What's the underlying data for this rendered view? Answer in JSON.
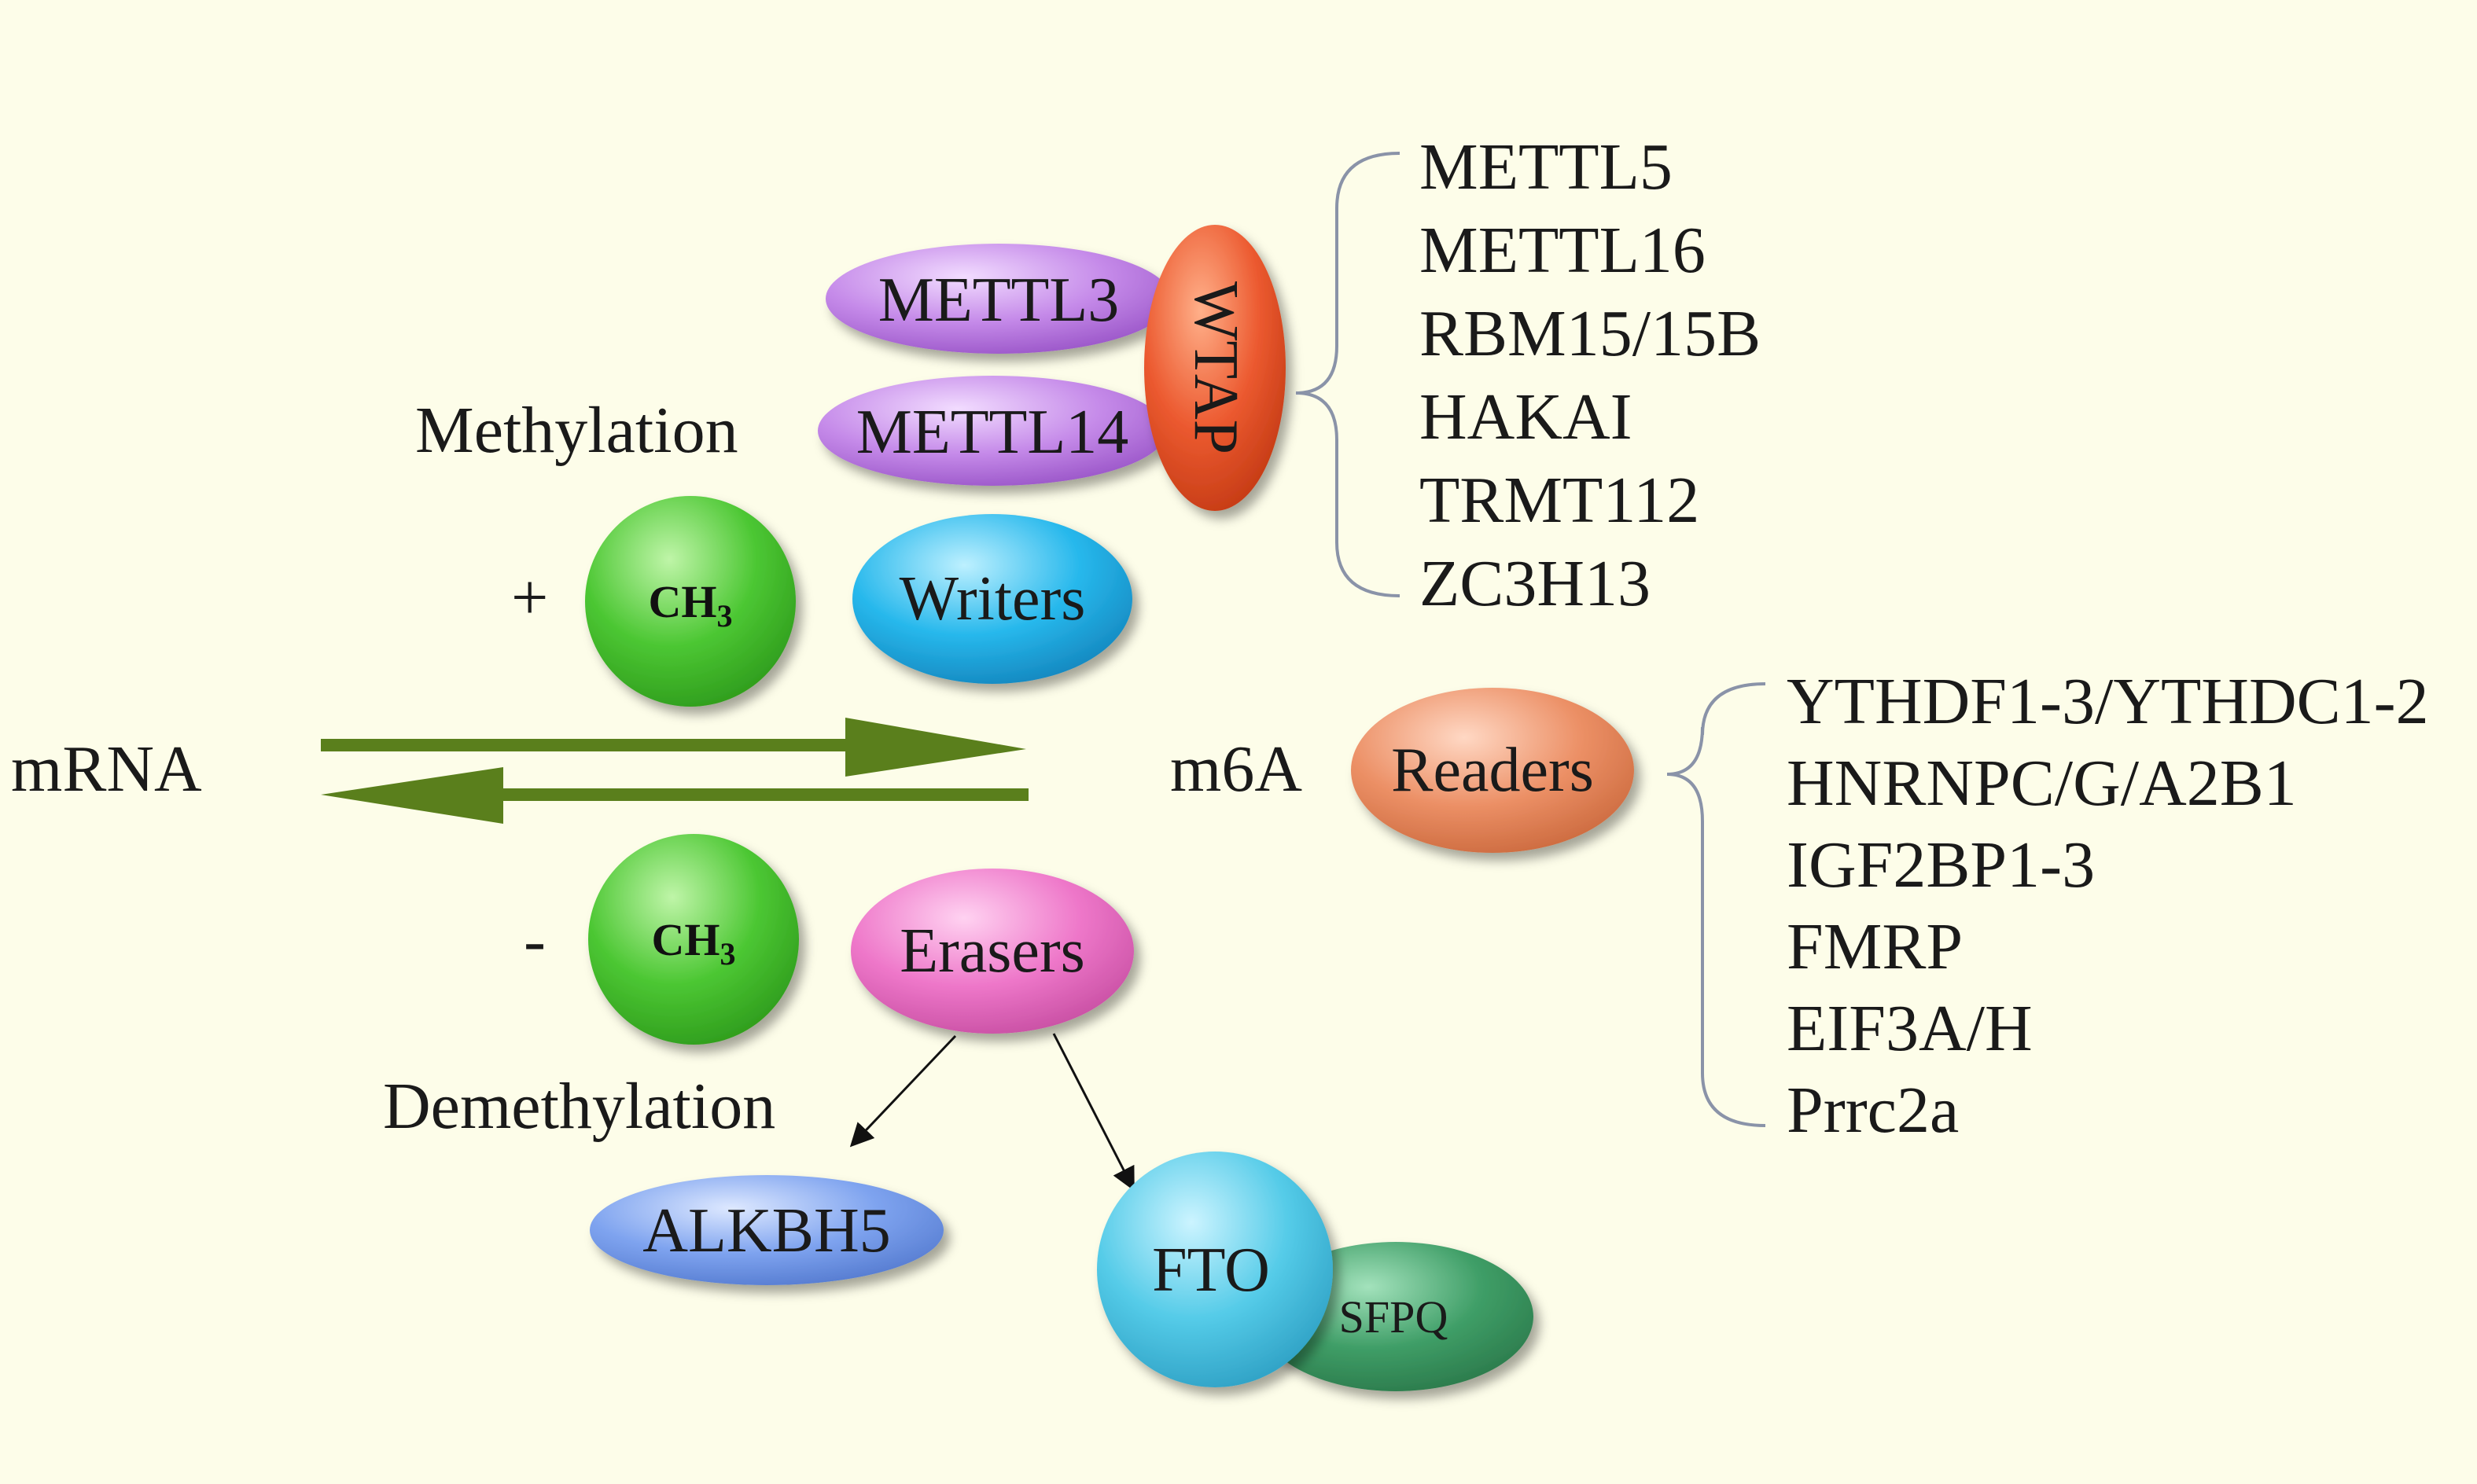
{
  "diagram": {
    "mrna_label": "mRNA",
    "m6a_label": "m6A",
    "methylation_label": "Methylation",
    "demethylation_label": "Demethylation",
    "plus_sign": "+",
    "minus_sign": "-",
    "ch3_main": "CH",
    "ch3_sub": "3",
    "writers_label": "Writers",
    "readers_label": "Readers",
    "erasers_label": "Erasers",
    "writer_complex": {
      "mettl3": "METTL3",
      "mettl14": "METTL14",
      "wtap": "WTAP"
    },
    "writer_partners": [
      "METTL5",
      "METTL16",
      "RBM15/15B",
      "HAKAI",
      "TRMT112",
      "ZC3H13"
    ],
    "reader_proteins": [
      "YTHDF1-3/YTHDC1-2",
      "HNRNPC/G/A2B1",
      "IGF2BP1-3",
      "FMRP",
      "EIF3A/H",
      "Prrc2a"
    ],
    "eraser_proteins": {
      "alkbh5": "ALKBH5",
      "fto": "FTO",
      "sfpq": "SFPQ"
    },
    "colors": {
      "background": "#fdfde9",
      "arrow_green": "#5a7f1c",
      "ch3_green": "#4cc733",
      "writers_blue": "#27b8ec",
      "readers_orange": "#ec9066",
      "erasers_pink": "#ee77c9",
      "mettl_purple": "#c58ae9",
      "wtap_red": "#ec5a30",
      "alkbh5_blue": "#7ea3ef",
      "fto_cyan": "#54cbe8",
      "sfpq_green": "#3f9e67"
    }
  }
}
